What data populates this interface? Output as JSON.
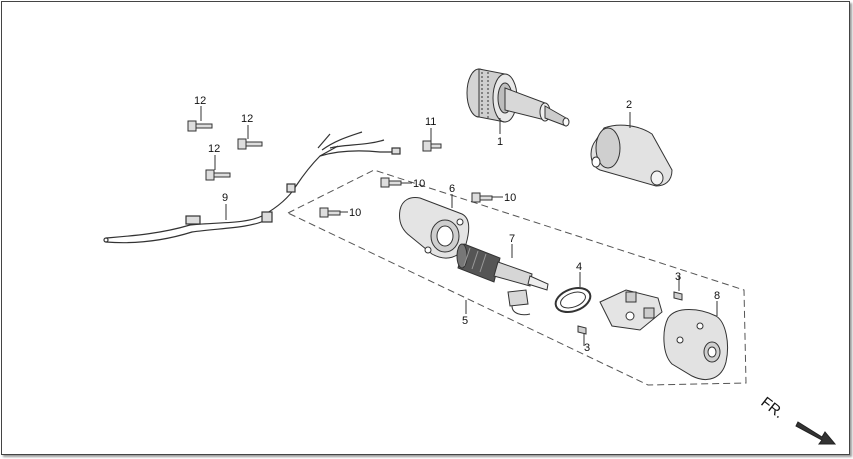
{
  "callouts": {
    "c1": "1",
    "c2": "2",
    "c3a": "3",
    "c3b": "3",
    "c4": "4",
    "c5": "5",
    "c6": "6",
    "c7": "7",
    "c8": "8",
    "c9": "9",
    "c10a": "10",
    "c10b": "10",
    "c10c": "10",
    "c11": "11",
    "c12a": "12",
    "c12b": "12",
    "c12c": "12"
  },
  "direction": {
    "label": "FR.",
    "icon": "arrow-right-down-icon"
  }
}
